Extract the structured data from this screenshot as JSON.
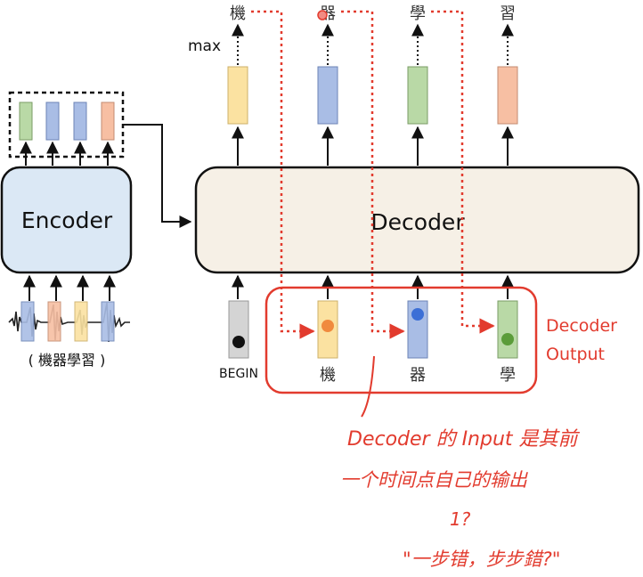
{
  "encoder": {
    "label": "Encoder",
    "input_caption": "( 機器學習 )"
  },
  "decoder": {
    "label": "Decoder"
  },
  "max_label": "max",
  "outputs": [
    "機",
    "器",
    "學",
    "習"
  ],
  "begin_label": "BEGIN",
  "inputs": [
    "機",
    "器",
    "學"
  ],
  "decoder_output_label": {
    "line1": "Decoder",
    "line2": "Output"
  },
  "handwritten_note": {
    "line1": "Decoder 的 Input 是其前",
    "line2": "一个时间点自己的输出",
    "line3": "1?",
    "line4": "\"一步错，步步錯?\""
  },
  "colors": {
    "green": "#b9d9a6",
    "blue": "#a9bde5",
    "yellow": "#fbe2a1",
    "orange": "#f7bfa3",
    "gray": "#d4d4d4",
    "red": "#e23b2e",
    "encoder_fill": "#dbe8f5",
    "decoder_fill": "#f6f0e6"
  }
}
